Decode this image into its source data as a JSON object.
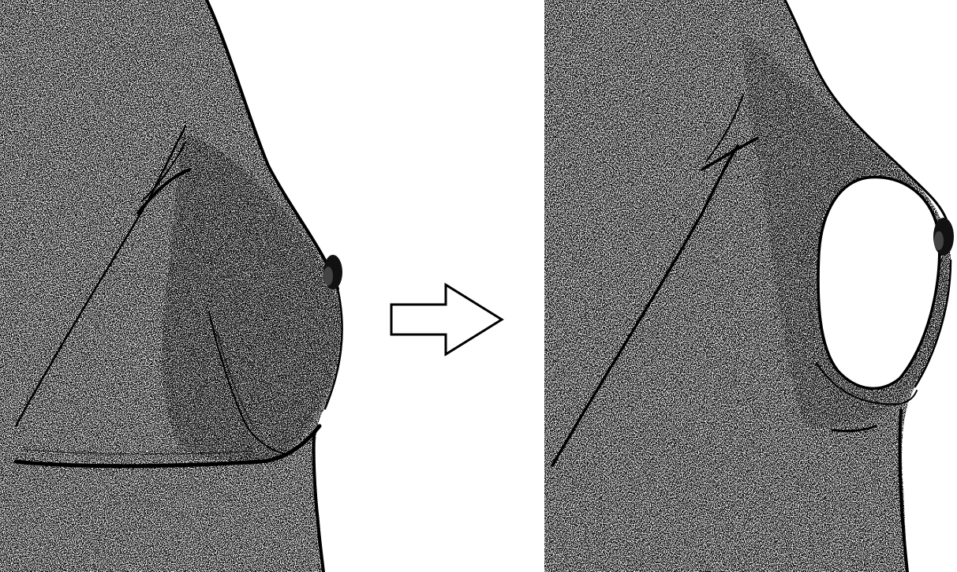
{
  "figure": {
    "panels": [
      {
        "id": "before"
      },
      {
        "id": "after"
      }
    ],
    "arrow": {
      "direction": "right",
      "icon": "right-arrow-icon"
    },
    "colors": {
      "background": "#ffffff",
      "ink": "#000000",
      "texture": "#4a4a4a",
      "implant": "#ffffff"
    }
  }
}
